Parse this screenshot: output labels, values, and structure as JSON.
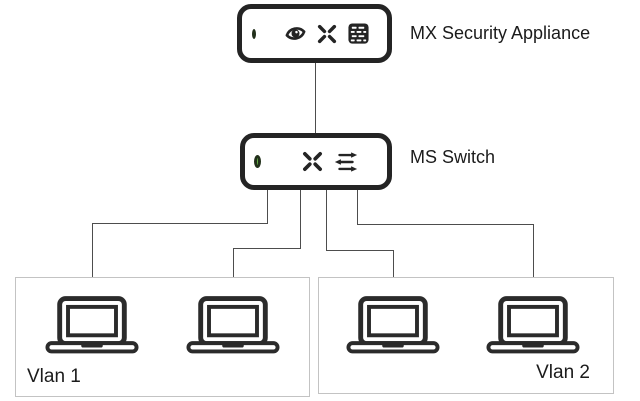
{
  "colors": {
    "background": "#ffffff",
    "device_border": "#242424",
    "icon": "#242424",
    "led_green": "#64b045",
    "led_ring": "#22301b",
    "wire": "#4d4d4d",
    "group_border": "#c3c3c3",
    "text": "#1b1b1b"
  },
  "devices": [
    {
      "id": "mx",
      "label": "MX Security Appliance",
      "icons": [
        "status-led",
        "eye-icon",
        "converge-icon",
        "firewall-grid-icon"
      ]
    },
    {
      "id": "ms",
      "label": "MS Switch",
      "icons": [
        "status-led",
        "converge-icon",
        "switch-arrows-icon"
      ]
    }
  ],
  "groups": [
    {
      "id": "vlan1",
      "label": "Vlan 1",
      "hosts": 2
    },
    {
      "id": "vlan2",
      "label": "Vlan 2",
      "hosts": 2
    }
  ]
}
